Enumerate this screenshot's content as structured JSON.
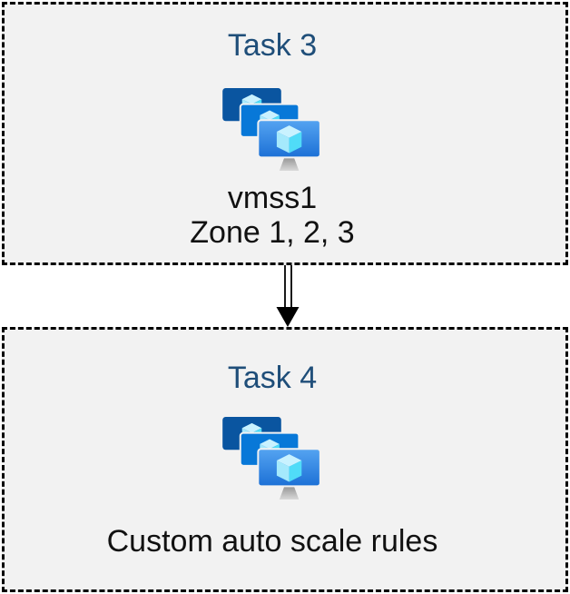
{
  "page": {
    "background": "#ffffff",
    "description": "Two-task flow diagram with Azure VM Scale Sets icons"
  },
  "colors": {
    "box_fill": "#f2f2f2",
    "box_border": "#000000",
    "title_blue": "#1f4e79",
    "body_text": "#111111",
    "monitor_back": "#0a55a0",
    "monitor_mid": "#0878d8",
    "monitor_front_top": "#55a4f1",
    "monitor_front_bottom": "#1c70d6",
    "cube_top": "#c9f2ff",
    "cube_left": "#a5e9fc",
    "cube_right": "#50dcf8",
    "stand_top": "#8f8f8f",
    "stand_bottom": "#d9d9d9",
    "arrow": "#000000"
  },
  "tasks": [
    {
      "title": "Task 3",
      "icon": "vm-scale-sets-icon",
      "lines": [
        "vmss1",
        "Zone 1, 2, 3"
      ]
    },
    {
      "title": "Task 4",
      "icon": "vm-scale-sets-icon",
      "lines": [
        "Custom auto scale rules"
      ]
    }
  ],
  "connector": {
    "type": "double-line-arrow",
    "direction": "down",
    "from": "Task 3",
    "to": "Task 4"
  }
}
